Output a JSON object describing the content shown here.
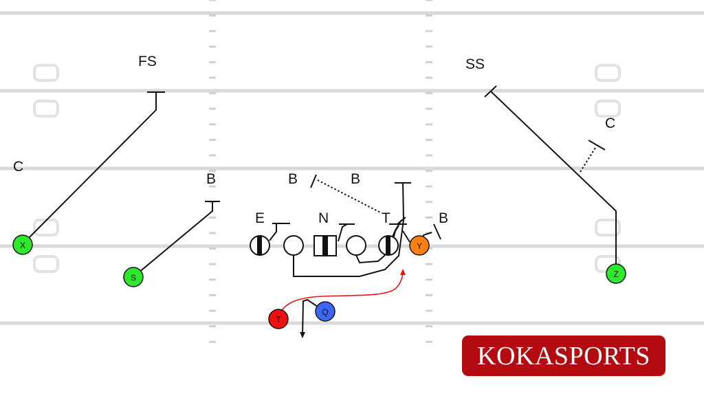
{
  "defense_labels": {
    "fs": "FS",
    "ss": "SS",
    "c_left": "C",
    "c_right": "C",
    "b_left": "B",
    "b_mid_left": "B",
    "b_mid_right": "B",
    "b_right": "B",
    "e": "E",
    "n": "N",
    "t": "T"
  },
  "offense_labels": {
    "x": "X",
    "s": "S",
    "y": "Y",
    "z": "Z",
    "t": "T",
    "q": "Q"
  },
  "brand": {
    "name": "KOKASPORTS"
  },
  "colors": {
    "receiver": "#2ee82e",
    "tight_end": "#ff7f11",
    "quarterback": "#3a68f5",
    "tailback": "#ee1111",
    "motion_route": "#ee1111",
    "brand_bg": "#b30b10",
    "yard_line": "#d9d9d9"
  }
}
